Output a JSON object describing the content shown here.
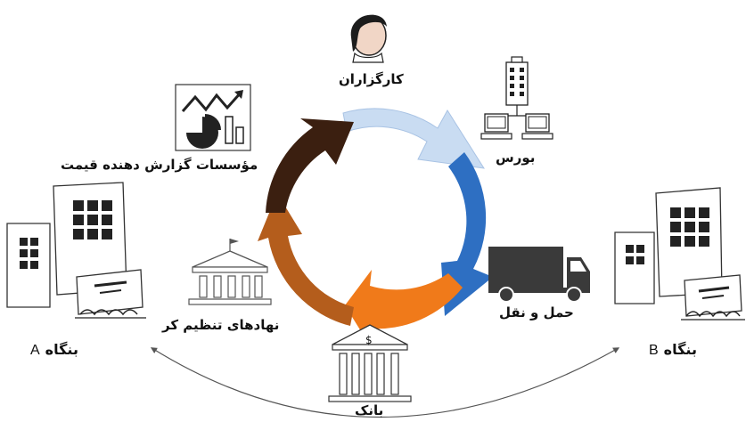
{
  "nodes": {
    "brokers": "کارگزاران",
    "exchange": "بورس",
    "price_reporting": "مؤسسات گزارش دهنده قیمت",
    "transport": "حمل و نقل",
    "bank": "بانک",
    "bank_symbol": "$",
    "regulators": "نهادهای تنظیم کر"
  },
  "entities": {
    "firm_a": {
      "name": "بنگاه",
      "code": "A"
    },
    "firm_b": {
      "name": "بنگاه",
      "code": "B"
    }
  },
  "colors": {
    "arrow_light_blue": "#c9dcf2",
    "arrow_blue": "#2e6fc2",
    "arrow_orange": "#f07a1a",
    "arrow_brown": "#b45d1c",
    "arrow_dark_brown": "#3b1f10",
    "truck": "#3a3a3a",
    "building_outline": "#222222"
  }
}
